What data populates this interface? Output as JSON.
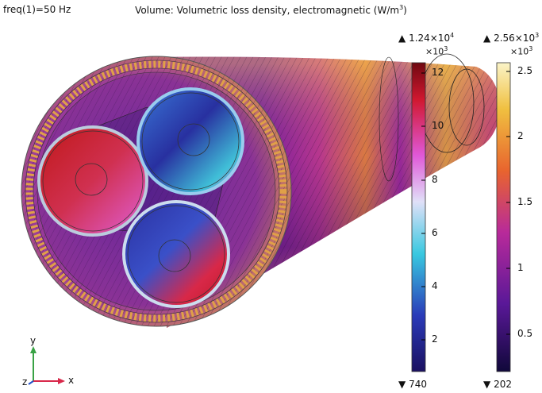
{
  "header": {
    "freq": "freq(1)=50 Hz",
    "title_main": "Volume: Volumetric loss density, electromagnetic (W/m",
    "title_exp": "3",
    "title_tail": ")"
  },
  "colorbar1": {
    "max_marker": "▲",
    "max_value": "1.24×10",
    "max_exp": "4",
    "multiplier": "×10",
    "multiplier_exp": "3",
    "min_marker": "▼",
    "min_value": "740",
    "ticks": [
      "12",
      "10",
      "8",
      "6",
      "4",
      "2"
    ],
    "colormap": "Thermal-wave (dark blue → cyan → white → magenta → red)"
  },
  "colorbar2": {
    "max_marker": "▲",
    "max_value": "2.56×10",
    "max_exp": "3",
    "multiplier": "×10",
    "multiplier_exp": "3",
    "min_marker": "▼",
    "min_value": "202",
    "ticks": [
      "2.5",
      "2",
      "1.5",
      "1",
      "0.5"
    ],
    "colormap": "Plasma/thermal (dark purple → magenta → orange → pale yellow)"
  },
  "axes": {
    "y": "y",
    "x": "x",
    "z": "z"
  },
  "colors": {
    "axis_y": "#39a245",
    "axis_x": "#d8284a",
    "axis_z": "#2350c8"
  }
}
